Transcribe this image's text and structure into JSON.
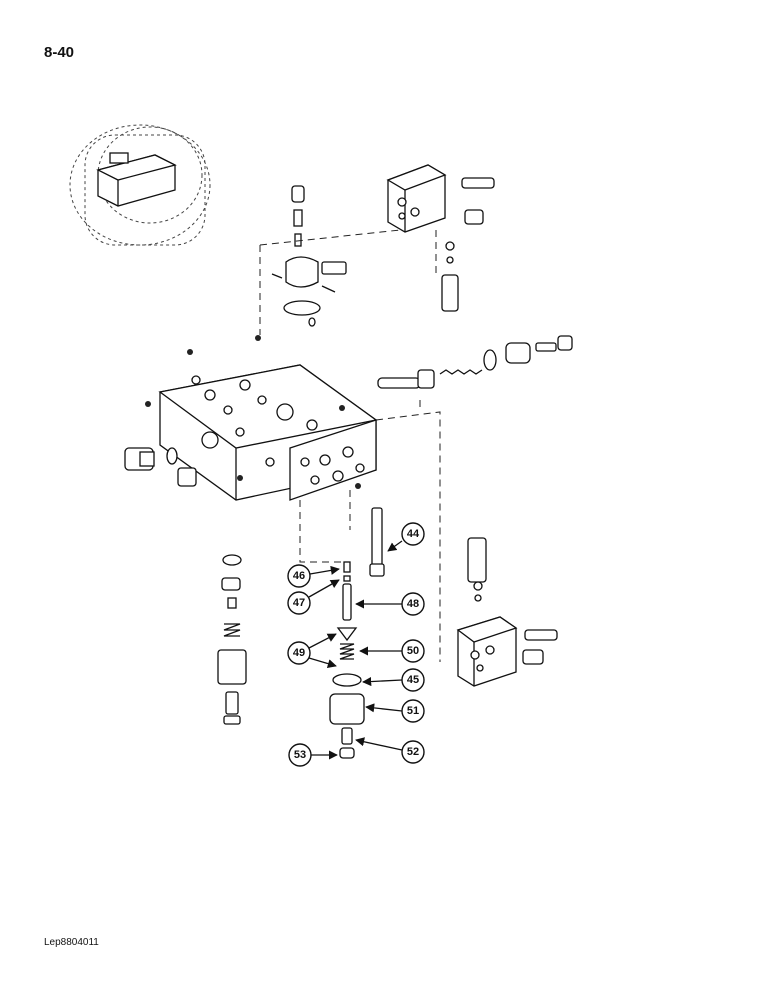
{
  "page": {
    "number": "8-40",
    "code": "Lep8804011"
  },
  "callouts": [
    "44",
    "45",
    "46",
    "47",
    "48",
    "49",
    "50",
    "51",
    "52",
    "53"
  ]
}
